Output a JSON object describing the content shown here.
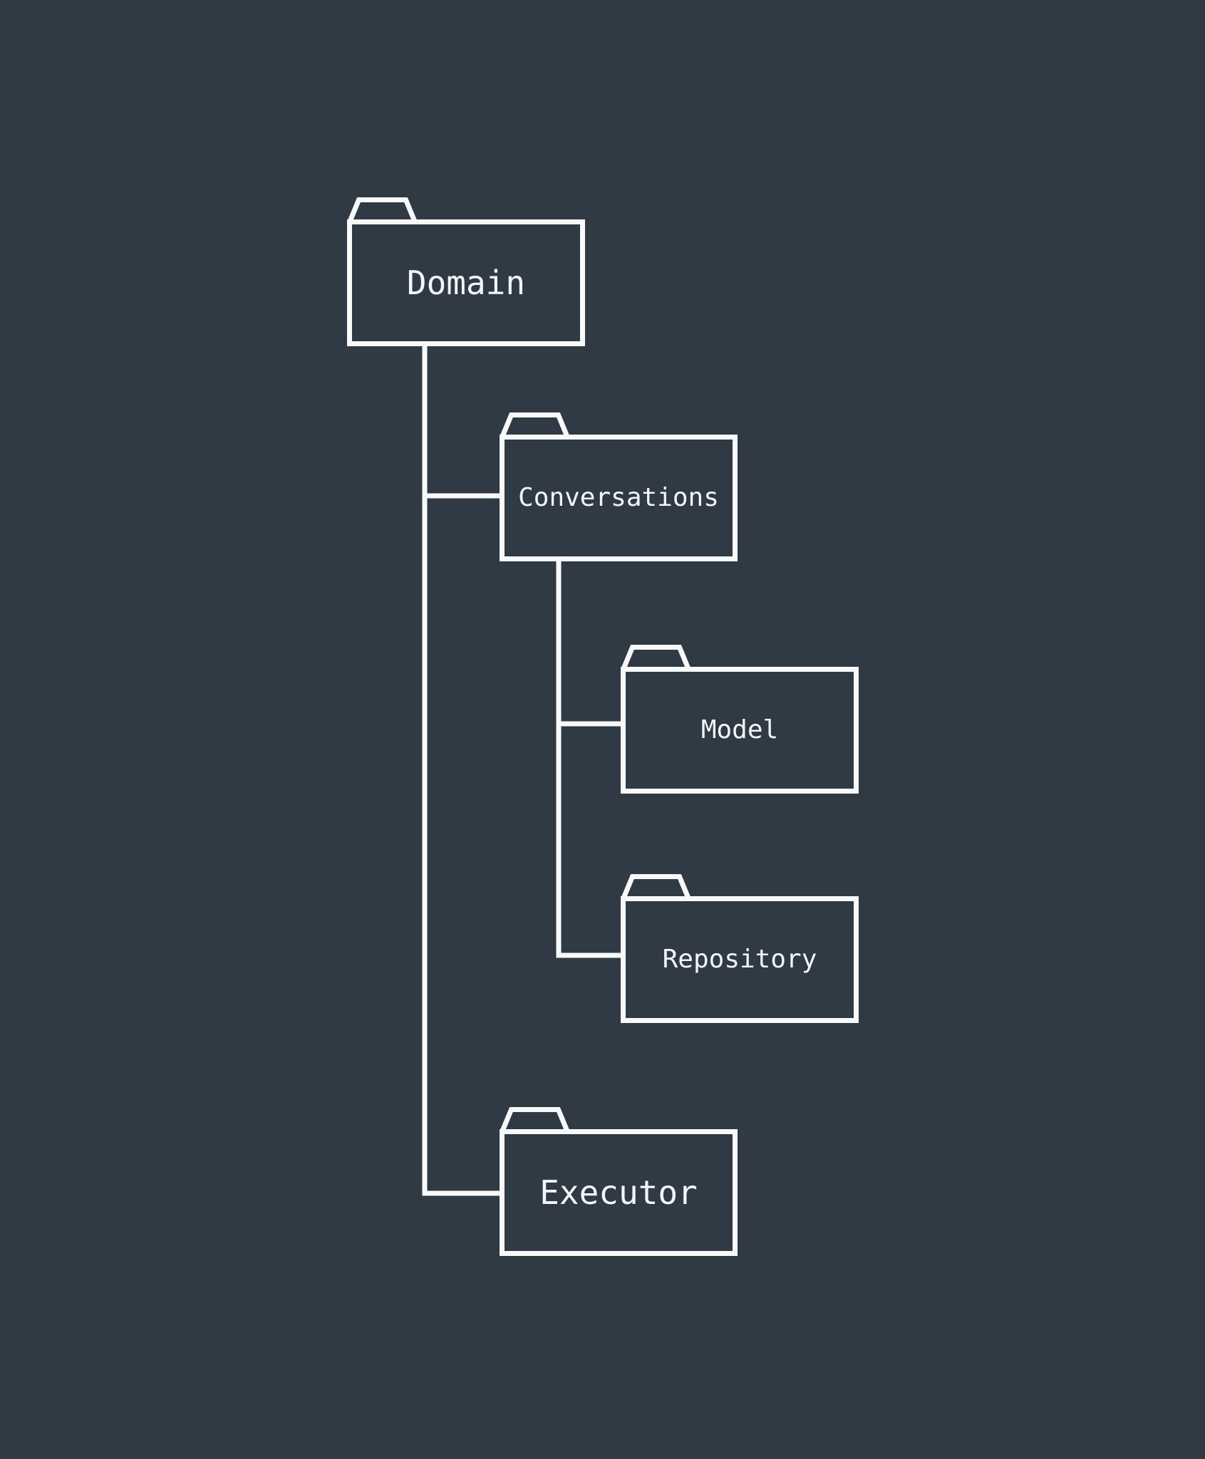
{
  "diagram": {
    "type": "folder-tree",
    "colors": {
      "background": "#303A45",
      "stroke": "#F7F9FB",
      "text": "#F3F6F8"
    },
    "nodes": [
      {
        "id": "domain",
        "label": "Domain",
        "shape": "folder-icon"
      },
      {
        "id": "conversations",
        "label": "Conversations",
        "shape": "folder-icon"
      },
      {
        "id": "model",
        "label": "Model",
        "shape": "folder-icon"
      },
      {
        "id": "repository",
        "label": "Repository",
        "shape": "folder-icon"
      },
      {
        "id": "executor",
        "label": "Executor",
        "shape": "folder-icon"
      }
    ],
    "edges": [
      {
        "from": "domain",
        "to": "conversations"
      },
      {
        "from": "domain",
        "to": "executor"
      },
      {
        "from": "conversations",
        "to": "model"
      },
      {
        "from": "conversations",
        "to": "repository"
      }
    ]
  }
}
